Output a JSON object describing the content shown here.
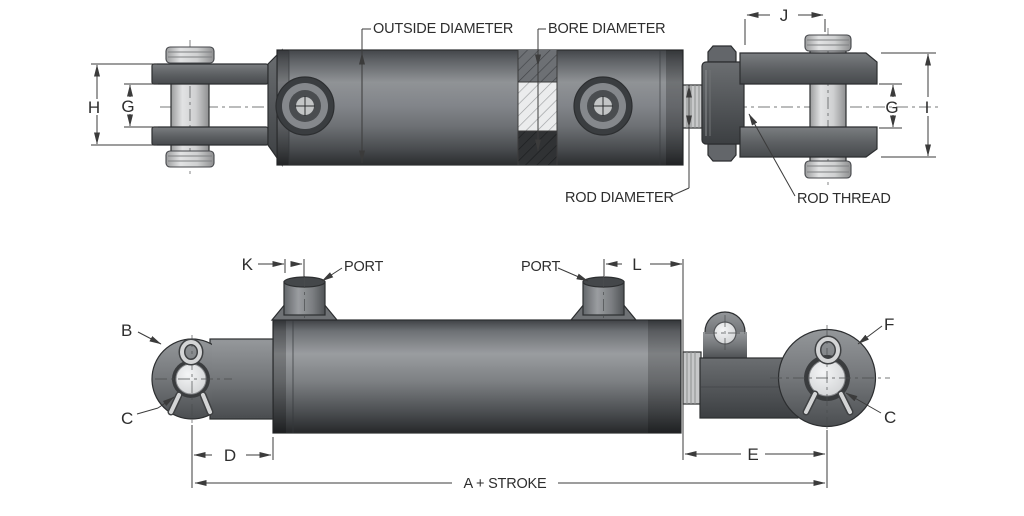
{
  "drawing": {
    "type": "hydraulic-cylinder-dimension-diagram",
    "background": "#ffffff",
    "top_view": {
      "callouts": {
        "outside_diameter": "OUTSIDE DIAMETER",
        "bore_diameter": "BORE DIAMETER",
        "rod_diameter": "ROD DIAMETER",
        "rod_thread": "ROD THREAD"
      },
      "dims": {
        "h": "H",
        "g_left": "G",
        "j": "J",
        "g_right": "G",
        "i": "I"
      }
    },
    "bottom_view": {
      "callouts": {
        "port_left": "PORT",
        "port_right": "PORT"
      },
      "dims": {
        "k": "K",
        "l": "L",
        "b": "B",
        "c_left": "C",
        "d": "D",
        "e": "E",
        "f": "F",
        "c_right": "C",
        "a_plus_stroke": "A + STROKE"
      }
    },
    "colors": {
      "line": "#3b3b3b",
      "body_light": "#9a9da0",
      "body_mid": "#7c7f82",
      "body_dark": "#2e3032",
      "pin_light": "#dfe0e1",
      "clevis_gray": "#5e6164",
      "hatch_bore_fill": "#ebeced",
      "eye_hole_fill": "#eff0f1"
    }
  }
}
